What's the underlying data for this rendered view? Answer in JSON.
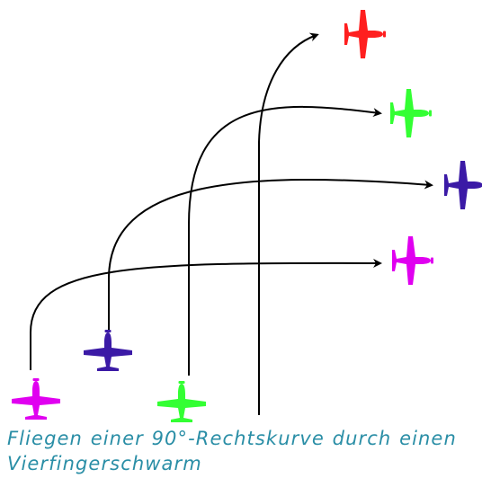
{
  "caption": {
    "text": "Fliegen einer 90°-Rechtskurve durch einen Vierfingerschwarm"
  },
  "colors": {
    "red_plane": "#ff1f1f",
    "green_plane": "#33ff33",
    "navy_plane": "#3b1aa6",
    "magenta_plane": "#e000f0",
    "path_stroke": "#000000",
    "caption_text": "#2a8ea6"
  },
  "aircraft": [
    {
      "name": "magenta",
      "role": "start",
      "color": "magenta_plane",
      "heading": "up"
    },
    {
      "name": "navy",
      "role": "start",
      "color": "navy_plane",
      "heading": "up"
    },
    {
      "name": "green",
      "role": "start",
      "color": "green_plane",
      "heading": "up"
    },
    {
      "name": "magenta",
      "role": "end",
      "color": "magenta_plane",
      "heading": "right"
    },
    {
      "name": "navy",
      "role": "end",
      "color": "navy_plane",
      "heading": "right"
    },
    {
      "name": "green",
      "role": "end",
      "color": "green_plane",
      "heading": "right"
    },
    {
      "name": "red",
      "role": "end",
      "color": "red_plane",
      "heading": "right"
    }
  ]
}
